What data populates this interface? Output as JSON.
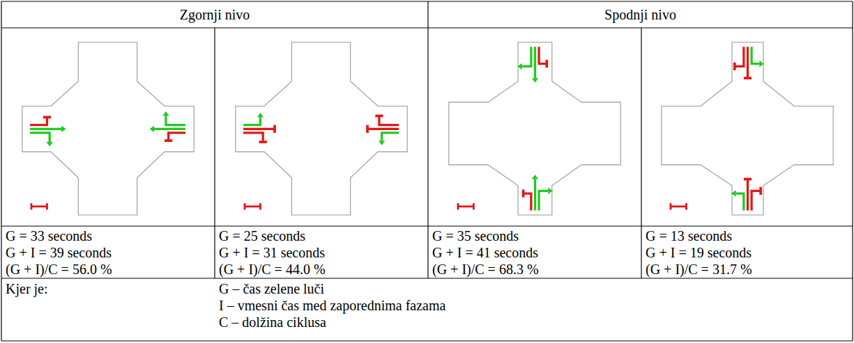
{
  "diagram": {
    "labels": [
      "Zgornji nivo",
      "Spodnji nivo",
      "G = 33 seconds",
      "G + I = 39 seconds",
      "(G + I)/C = 56.0 %",
      "G = 25 seconds",
      "G + I = 31 seconds",
      "(G + I)/C = 44.0 %",
      "G = 35 seconds",
      "G + I = 41 seconds",
      "(G + I)/C = 68.3 %",
      "G = 13 seconds",
      "G + I = 19 seconds",
      "(G + I)/C = 31.7 %",
      "Kjer je:",
      "G – čas zelene luči",
      "I – vmesni čas med zaporednima fazama",
      "C – dolžina ciklusa"
    ]
  }
}
